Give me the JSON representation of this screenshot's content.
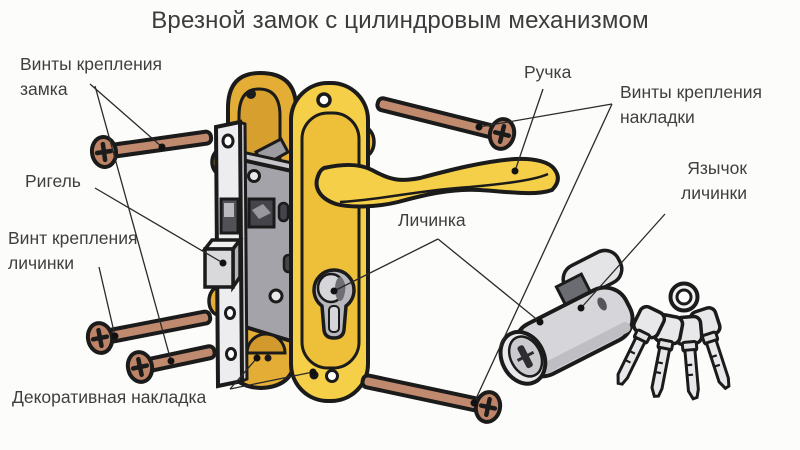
{
  "title": "Врезной замок с цилиндровым механизмом",
  "labels": {
    "lock_screws": "Винты крепления замка",
    "deadbolt": "Ригель",
    "cylinder_screw": "Винт крепления личинки",
    "decorative_plate": "Декоративная накладка",
    "cylinder": "Личинка",
    "handle": "Ручка",
    "plate_screws": "Винты крепления накладки",
    "cylinder_cam": "Язычок личинки"
  },
  "colors": {
    "gold_bright": "#f5cf48",
    "gold_mid": "#eec03a",
    "gold_dark": "#e4ae36",
    "gold_recess": "#d79f2e",
    "metal_gray": "#a3a3a9",
    "silver": "#ededef",
    "screw_copper": "#c08a6e",
    "outline": "#1b1b1b",
    "label_text": "#3f3f3f"
  }
}
